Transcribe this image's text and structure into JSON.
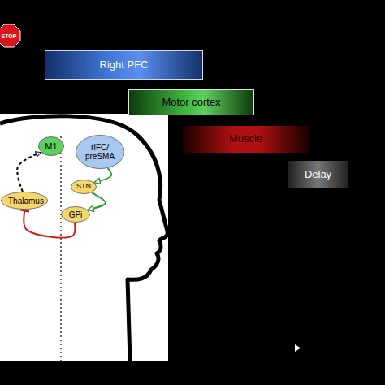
{
  "diagram": {
    "nodes": [
      {
        "text": [
          "Right PFC"
        ]
      },
      {
        "text": [
          "Motor cortex"
        ]
      },
      {
        "text": [
          "Muscle"
        ]
      },
      {
        "text": [
          "Delay"
        ]
      },
      {
        "text": [
          "M1"
        ]
      },
      {
        "text": [
          "rIFC/ preSMA"
        ]
      },
      {
        "text": [
          "STN"
        ]
      },
      {
        "text": [
          "Thalamus"
        ]
      },
      {
        "text": [
          "GPi"
        ]
      }
    ],
    "edges": [
      {
        "from": 5,
        "to": 6,
        "arrow": "to"
      },
      {
        "from": 6,
        "to": 8,
        "arrow": "to"
      },
      {
        "from": 8,
        "to": 7,
        "arrow": "to"
      },
      {
        "from": 7,
        "to": 4,
        "arrow": "to"
      }
    ],
    "labels": [
      "STOP"
    ]
  }
}
